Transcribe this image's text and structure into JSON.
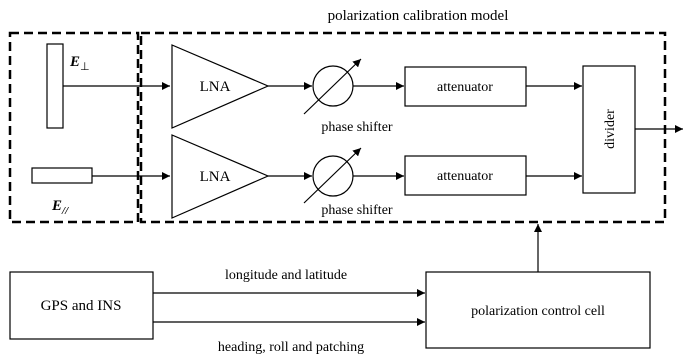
{
  "title": "polarization calibration model",
  "antenna": {
    "e_perp": {
      "symbol": "E",
      "subscript": "⊥"
    },
    "e_par": {
      "symbol": "E",
      "subscript": "//"
    }
  },
  "lna_top": "LNA",
  "lna_bottom": "LNA",
  "phase_shifter_top": "phase shifter",
  "phase_shifter_bottom": "phase shifter",
  "attenuator_top": "attenuator",
  "attenuator_bottom": "attenuator",
  "divider": "divider",
  "gps_ins": "GPS and INS",
  "control_cell": "polarization control cell",
  "signal_top": "longitude and latitude",
  "signal_bottom": "heading, roll and patching"
}
